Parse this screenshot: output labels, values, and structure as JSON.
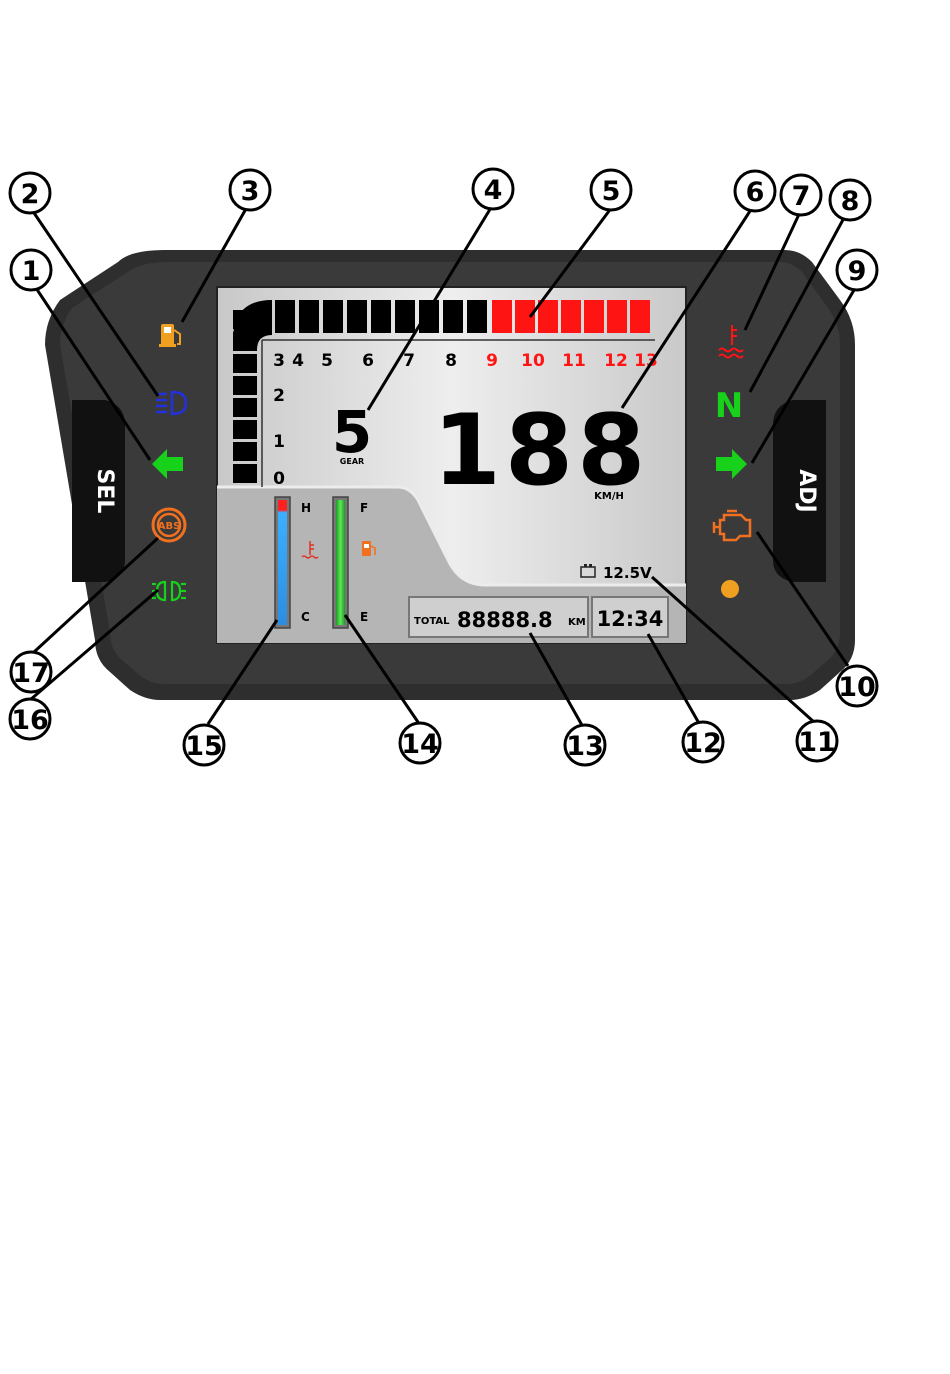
{
  "dashboard": {
    "left_button_label": "SEL",
    "right_button_label": "ADJ",
    "gear": {
      "value": "5",
      "label": "GEAR"
    },
    "speed": {
      "value": "188",
      "unit": "KM/H"
    },
    "voltage": "12.5V",
    "odometer": {
      "label": "TOTAL",
      "value": "88888.8",
      "unit": "KM"
    },
    "clock": "12:34",
    "neutral_label": "N",
    "rpm": {
      "ticks_normal": [
        "4",
        "5",
        "6",
        "7",
        "8"
      ],
      "ticks_redzone": [
        "9",
        "10",
        "11",
        "12",
        "13"
      ],
      "vertical_ticks": [
        "0",
        "1",
        "2",
        "3"
      ],
      "redline_from": 9
    },
    "temp_gauge": {
      "high_label": "H",
      "low_label": "C",
      "level": 0.9
    },
    "fuel_gauge": {
      "full_label": "F",
      "empty_label": "E",
      "level": 1.0
    },
    "colors": {
      "red": "#ff1414",
      "green": "#17d11b",
      "blue": "#2230e0",
      "orange": "#f08c14",
      "amber": "#f0a020",
      "bezel": "#2e2e2e"
    },
    "icons": {
      "fuel_warning": "fuel-pump-icon",
      "high_beam": "high-beam-icon",
      "left_turn": "left-arrow-icon",
      "abs": "abs-icon",
      "position_light": "position-light-icon",
      "coolant_temp": "coolant-temp-icon",
      "right_turn": "right-arrow-icon",
      "engine": "engine-icon",
      "oil": "orange-dot-icon"
    }
  },
  "callouts": [
    "1",
    "2",
    "3",
    "4",
    "5",
    "6",
    "7",
    "8",
    "9",
    "10",
    "11",
    "12",
    "13",
    "14",
    "15",
    "16",
    "17"
  ]
}
